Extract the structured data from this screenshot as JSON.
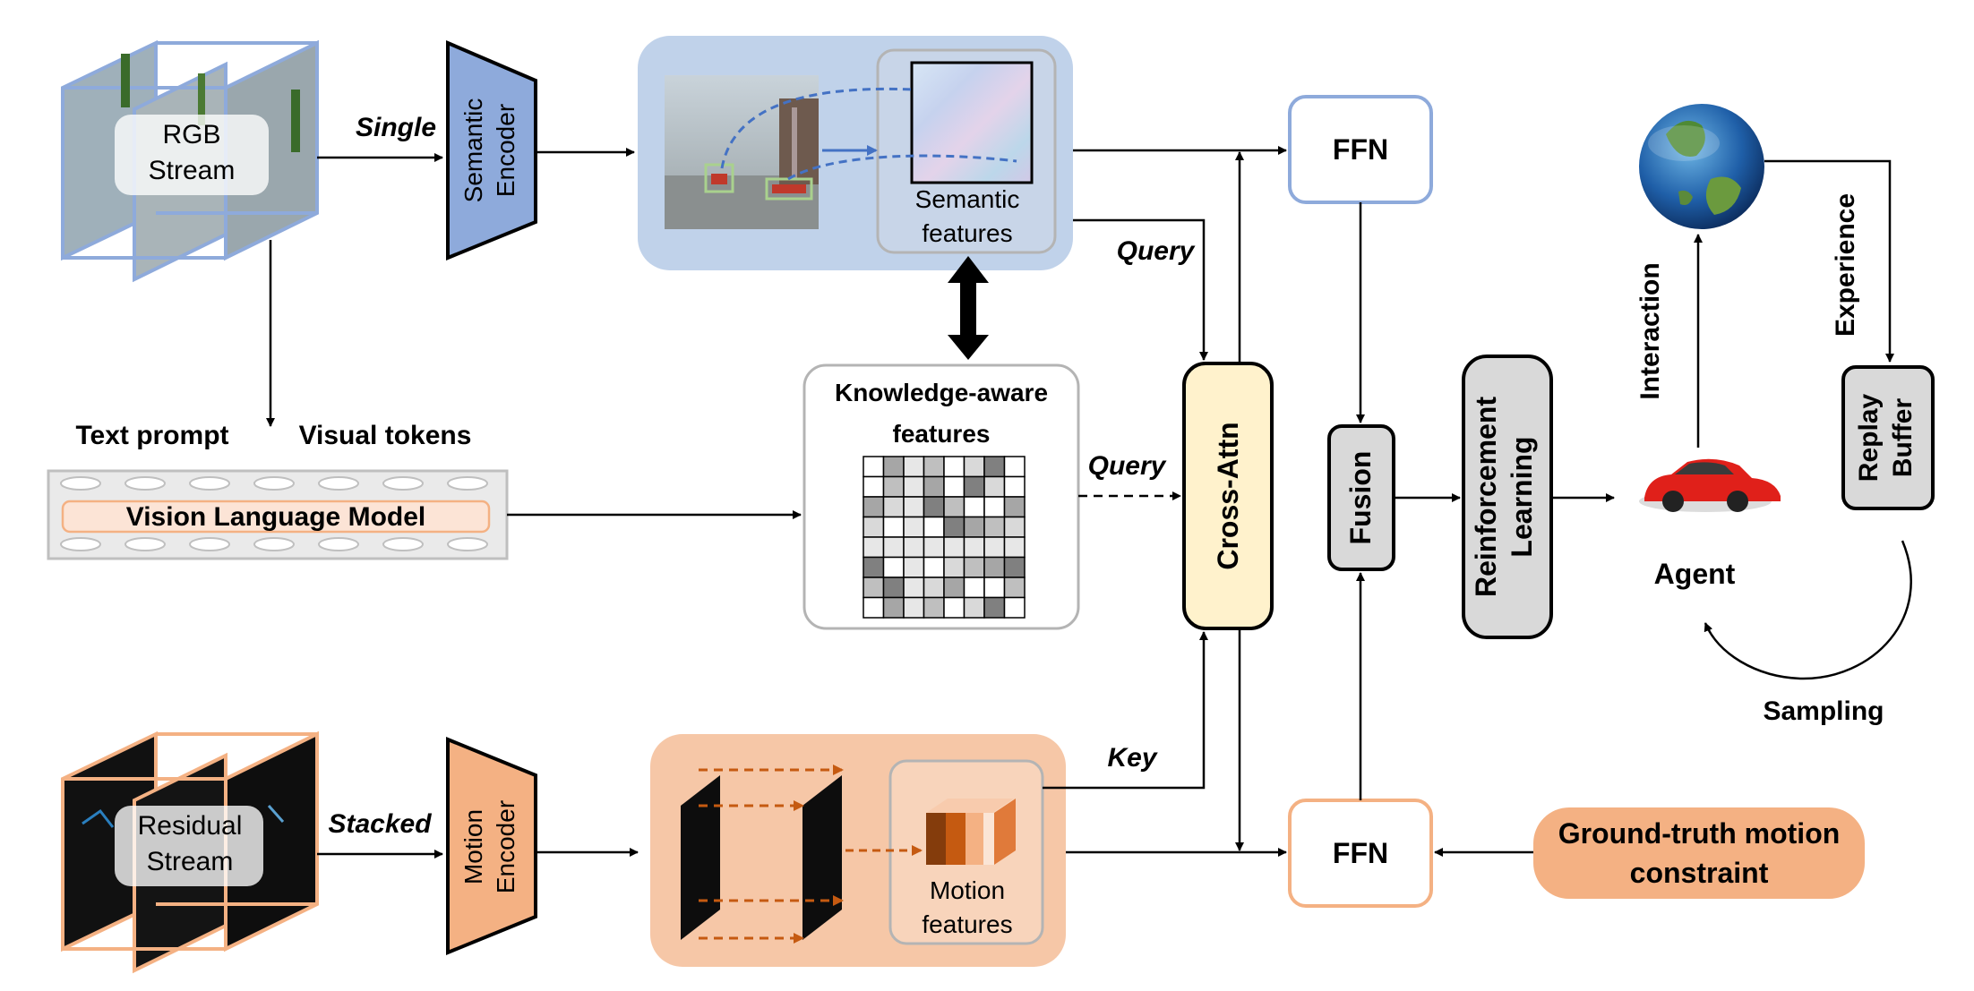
{
  "streams": {
    "rgb": {
      "line1": "RGB",
      "line2": "Stream"
    },
    "residual": {
      "line1": "Residual",
      "line2": "Stream"
    }
  },
  "edge_labels": {
    "single": "Single",
    "stacked": "Stacked",
    "query_top": "Query",
    "query_mid": "Query",
    "key": "Key",
    "interaction": "Interaction",
    "experience": "Experience",
    "sampling": "Sampling"
  },
  "encoders": {
    "semantic": {
      "line1": "Semantic",
      "line2": "Encoder"
    },
    "motion": {
      "line1": "Motion",
      "line2": "Encoder"
    }
  },
  "features": {
    "semantic": {
      "line1": "Semantic",
      "line2": "features"
    },
    "motion": {
      "line1": "Motion",
      "line2": "features"
    },
    "knowledge": {
      "line1": "Knowledge-aware",
      "line2": "features"
    }
  },
  "vlm": {
    "label": "Vision Language Model",
    "text_prompt": "Text prompt",
    "visual_tokens": "Visual tokens"
  },
  "modules": {
    "ffn_top": "FFN",
    "ffn_bottom": "FFN",
    "cross_attn": "Cross-Attn",
    "fusion": "Fusion",
    "rl": {
      "line1": "Reinforcement",
      "line2": "Learning"
    },
    "replay": {
      "line1": "Replay",
      "line2": "Buffer"
    },
    "gt": {
      "line1": "Ground-truth motion",
      "line2": "constraint"
    },
    "agent": "Agent"
  },
  "colors": {
    "semantic_blue": "#c0d2ea",
    "semantic_border": "#8eaadb",
    "motion_orange": "#f6c7a7",
    "motion_border": "#f4b183",
    "cross_attn_fill": "#fff2cc",
    "module_gray": "#d9d9d9",
    "gt_fill": "#f4b183"
  }
}
